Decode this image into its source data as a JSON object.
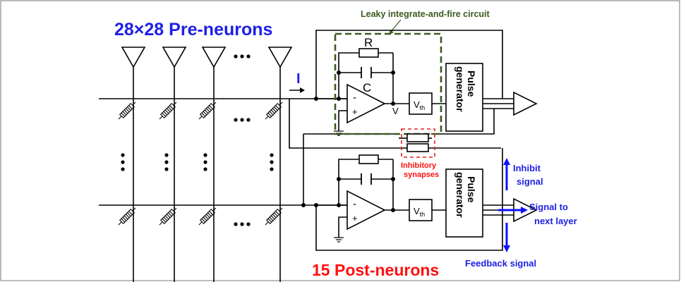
{
  "labels": {
    "pre_title": "28×28 Pre-neurons",
    "post_title": "15 Post-neurons",
    "lif": "Leaky integrate-and-fire circuit",
    "current": "I",
    "resistor": "R",
    "capacitor": "C",
    "voltage": "V",
    "minus": "-",
    "plus": "+",
    "vth_main": "V",
    "vth_sub": "th",
    "pulse_line1": "Pulse",
    "pulse_line2": "generator",
    "inhibitory_line1": "Inhibitory",
    "inhibitory_line2": "synapses",
    "inhibit_line1": "Inhibit",
    "inhibit_line2": "signal",
    "next_line1": "Signal to",
    "next_line2": "next layer",
    "feedback": "Feedback signal",
    "ellipsis": "•••"
  },
  "colors": {
    "blue": "#1f1fe6",
    "red": "#ff1010",
    "green": "#3a5a1e",
    "red_dash": "#e02020",
    "line": "#000000",
    "arrow_blue": "#1010ff"
  }
}
